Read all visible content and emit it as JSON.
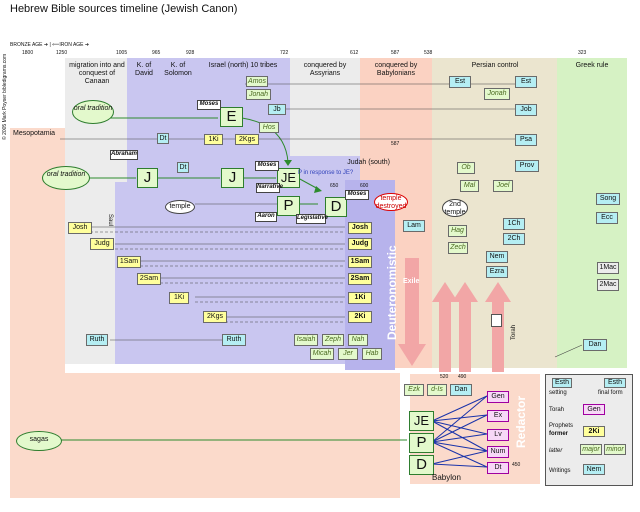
{
  "title": "Hebrew Bible sources timeline (Jewish Canon)",
  "url": "bibledigrams.com",
  "copyright": "© 2005 Mark Poyser bibledigrams.com",
  "ages": "BRONZE AGE ➜ | ⟸IRON AGE ➜",
  "years": {
    "y1800": "1800",
    "y1250": "1250",
    "y1005": "1005",
    "y965": "965",
    "y928": "928",
    "y722": "722",
    "y612": "612",
    "y587": "587",
    "y538": "538",
    "y323": "323",
    "y650": "650",
    "y600": "600",
    "y587b": "587",
    "y520": "520",
    "y490": "490",
    "y450": "450"
  },
  "periods": {
    "migration": "migration into and conquest of Canaan",
    "david": "K. of David",
    "solomon": "K. of Solomon",
    "israel": "Israel (north) 10 tribes",
    "assyrians": "conquered by Assyrians",
    "babylonians": "conquered by Babylonians",
    "persian": "Persian control",
    "greek": "Greek rule",
    "judah": "Judah (south)",
    "mesopotamia": "Mesopotamia",
    "saul": "Saul",
    "exile": "Exile",
    "torah_v": "Torah",
    "deut": "Deuteronomistic",
    "redactor": "Redactor",
    "babylon": "Babylon"
  },
  "sources": {
    "E": "E",
    "J": "J",
    "J2": "J",
    "JE": "JE",
    "P": "P",
    "D": "D",
    "JE_r": "JE",
    "P_r": "P",
    "D_r": "D"
  },
  "ovals": {
    "oral1": "oral tradition",
    "oral2": "oral tradition",
    "sagas": "sagas",
    "temple": "temple",
    "temple2": "2nd temple",
    "destroyed": "temple destroyed"
  },
  "labels": {
    "moses1": "Moses",
    "moses2": "Moses",
    "moses3": "Moses",
    "abraham": "Abraham",
    "aaron": "Aaron",
    "narrative": "Narrative",
    "legislative": "Legislative",
    "response": "P in response to JE?"
  },
  "books": {
    "amos": "Amos",
    "jonah": "Jonah",
    "hos": "Hos",
    "ki1a": "1Ki",
    "kgs2a": "2Kgs",
    "est": "Est",
    "jonah2": "Jonah",
    "job": "Job",
    "psa": "Psa",
    "prov": "Prov",
    "ob": "Ob",
    "mal": "Mal",
    "joel": "Joel",
    "song": "Song",
    "ecc": "Ecc",
    "josh": "Josh",
    "judg": "Judg",
    "sam1": "1Sam",
    "sam2": "2Sam",
    "ki1b": "1Ki",
    "kgs2b": "2Kgs",
    "joshD": "Josh",
    "judgD": "Judg",
    "sam1D": "1Sam",
    "sam2D": "2Sam",
    "ki1D": "1Ki",
    "ki2D": "2Ki",
    "ruth": "Ruth",
    "ruth2": "Ruth",
    "isaiah": "Isaiah",
    "zeph": "Zeph",
    "nah": "Nah",
    "micah": "Micah",
    "jer": "Jer",
    "hab": "Hab",
    "lam": "Lam",
    "hag": "Hag",
    "zech": "Zech",
    "ch1": "1Ch",
    "ch2": "2Ch",
    "nem": "Nem",
    "ezra": "Ezra",
    "mac1": "1Mac",
    "mac2": "2Mac",
    "dan": "Dan",
    "ezk": "Ezk",
    "dis": "d-Is",
    "dan2": "Dan",
    "gen": "Gen",
    "ex": "Ex",
    "lv": "Lv",
    "num": "Num",
    "dt": "Dt",
    "sd": "Dt",
    "sj": "Jb"
  },
  "legend": {
    "esth1": "Esth",
    "esth2": "Esth",
    "setting": "setting",
    "final": "final form",
    "torah": "Torah",
    "gen": "Gen",
    "prophets": "Prophets",
    "former": "former",
    "ki2": "2Ki",
    "latter": "latter",
    "major": "major",
    "minor": "minor",
    "writings": "Writings",
    "nem": "Nem"
  }
}
